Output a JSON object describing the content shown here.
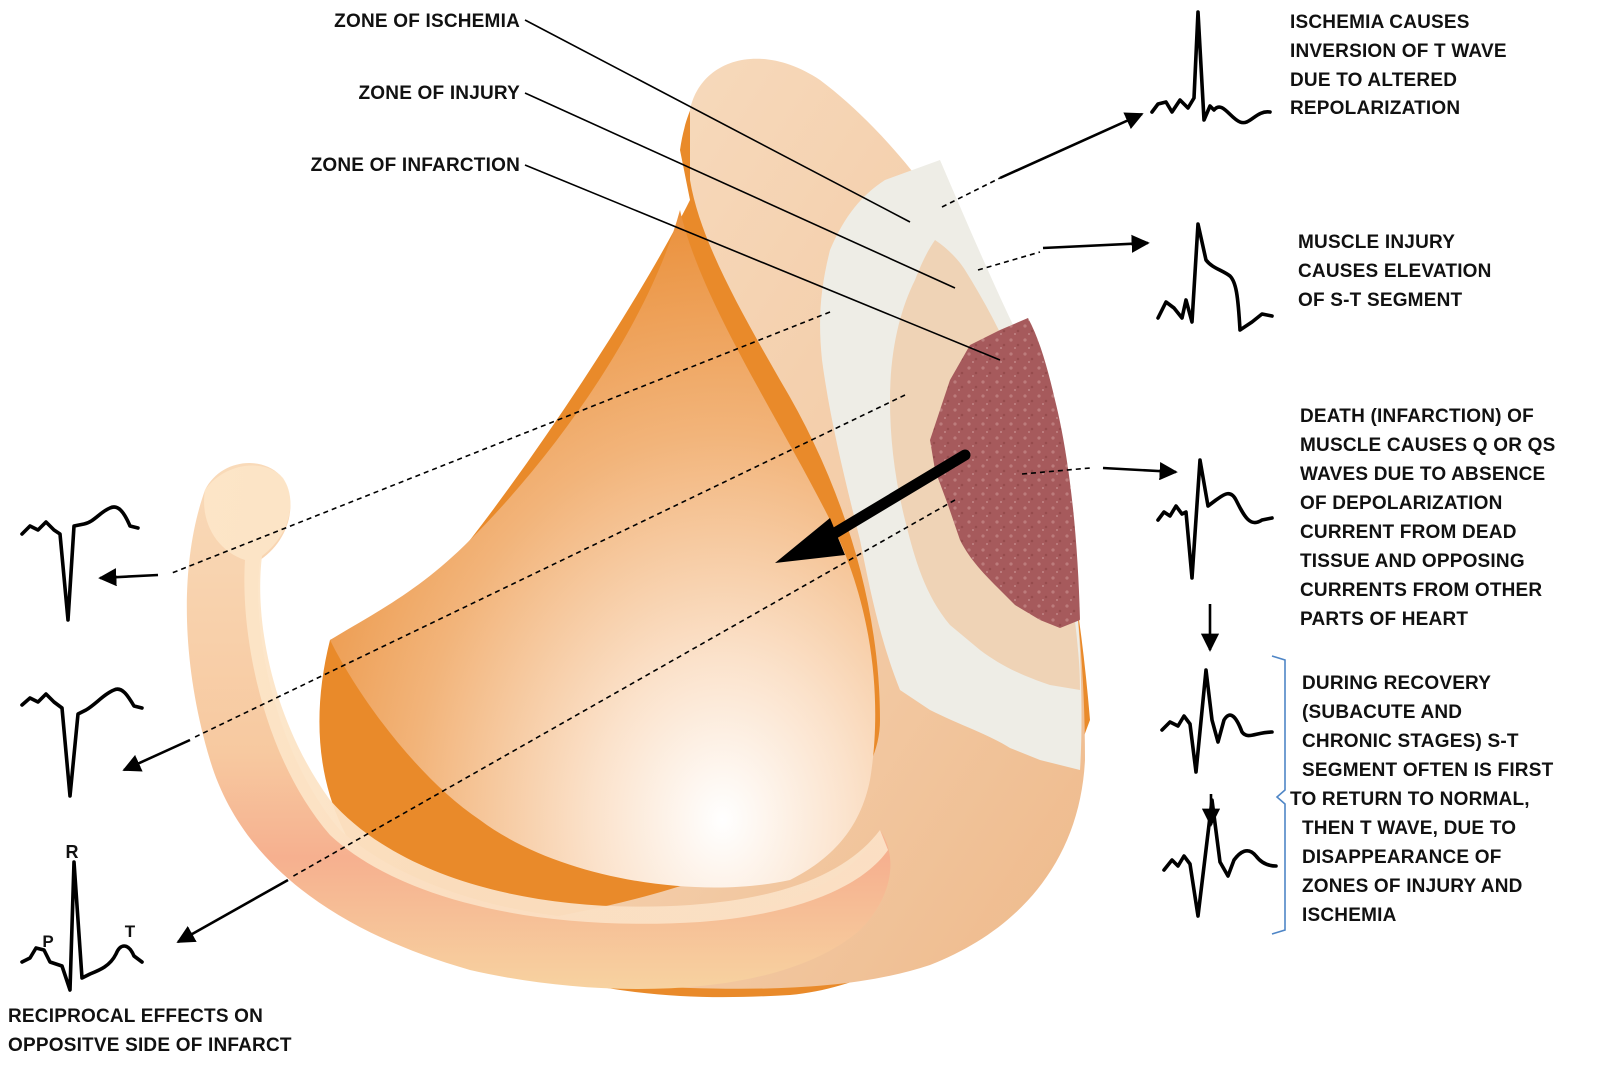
{
  "zones": {
    "ischemia": "ZONE OF ISCHEMIA",
    "injury": "ZONE OF INJURY",
    "infarction": "ZONE OF INFARCTION"
  },
  "right_notes": {
    "ischemia": [
      "ISCHEMIA CAUSES",
      "INVERSION OF T WAVE",
      "DUE TO ALTERED",
      "REPOLARIZATION"
    ],
    "injury": [
      "MUSCLE INJURY",
      "CAUSES ELEVATION",
      "OF S-T SEGMENT"
    ],
    "infarction": [
      "DEATH (INFARCTION) OF",
      "MUSCLE CAUSES Q OR QS",
      "WAVES DUE TO ABSENCE",
      "OF DEPOLARIZATION",
      "CURRENT FROM DEAD",
      "TISSUE AND OPPOSING",
      "CURRENTS FROM OTHER",
      "PARTS OF HEART"
    ],
    "recovery": [
      "DURING RECOVERY",
      "(SUBACUTE AND",
      "CHRONIC STAGES) S-T",
      "SEGMENT OFTEN IS FIRST",
      "TO RETURN TO NORMAL,",
      "THEN T WAVE, DUE TO",
      "DISAPPEARANCE OF",
      "ZONES OF INJURY AND",
      "ISCHEMIA"
    ]
  },
  "reciprocal": [
    "RECIPROCAL EFFECTS ON",
    "OPPOSITVE SIDE OF INFARCT"
  ],
  "wave_labels": {
    "r": "R",
    "p": "P",
    "t": "T"
  },
  "colors": {
    "myocardium_outer": "#f6d4b3",
    "myocardium_dark": "#e98a2a",
    "ischemia_zone": "#eeede6",
    "injury_zone": "#efd3b6",
    "infarct_zone": "#a65a5c"
  }
}
